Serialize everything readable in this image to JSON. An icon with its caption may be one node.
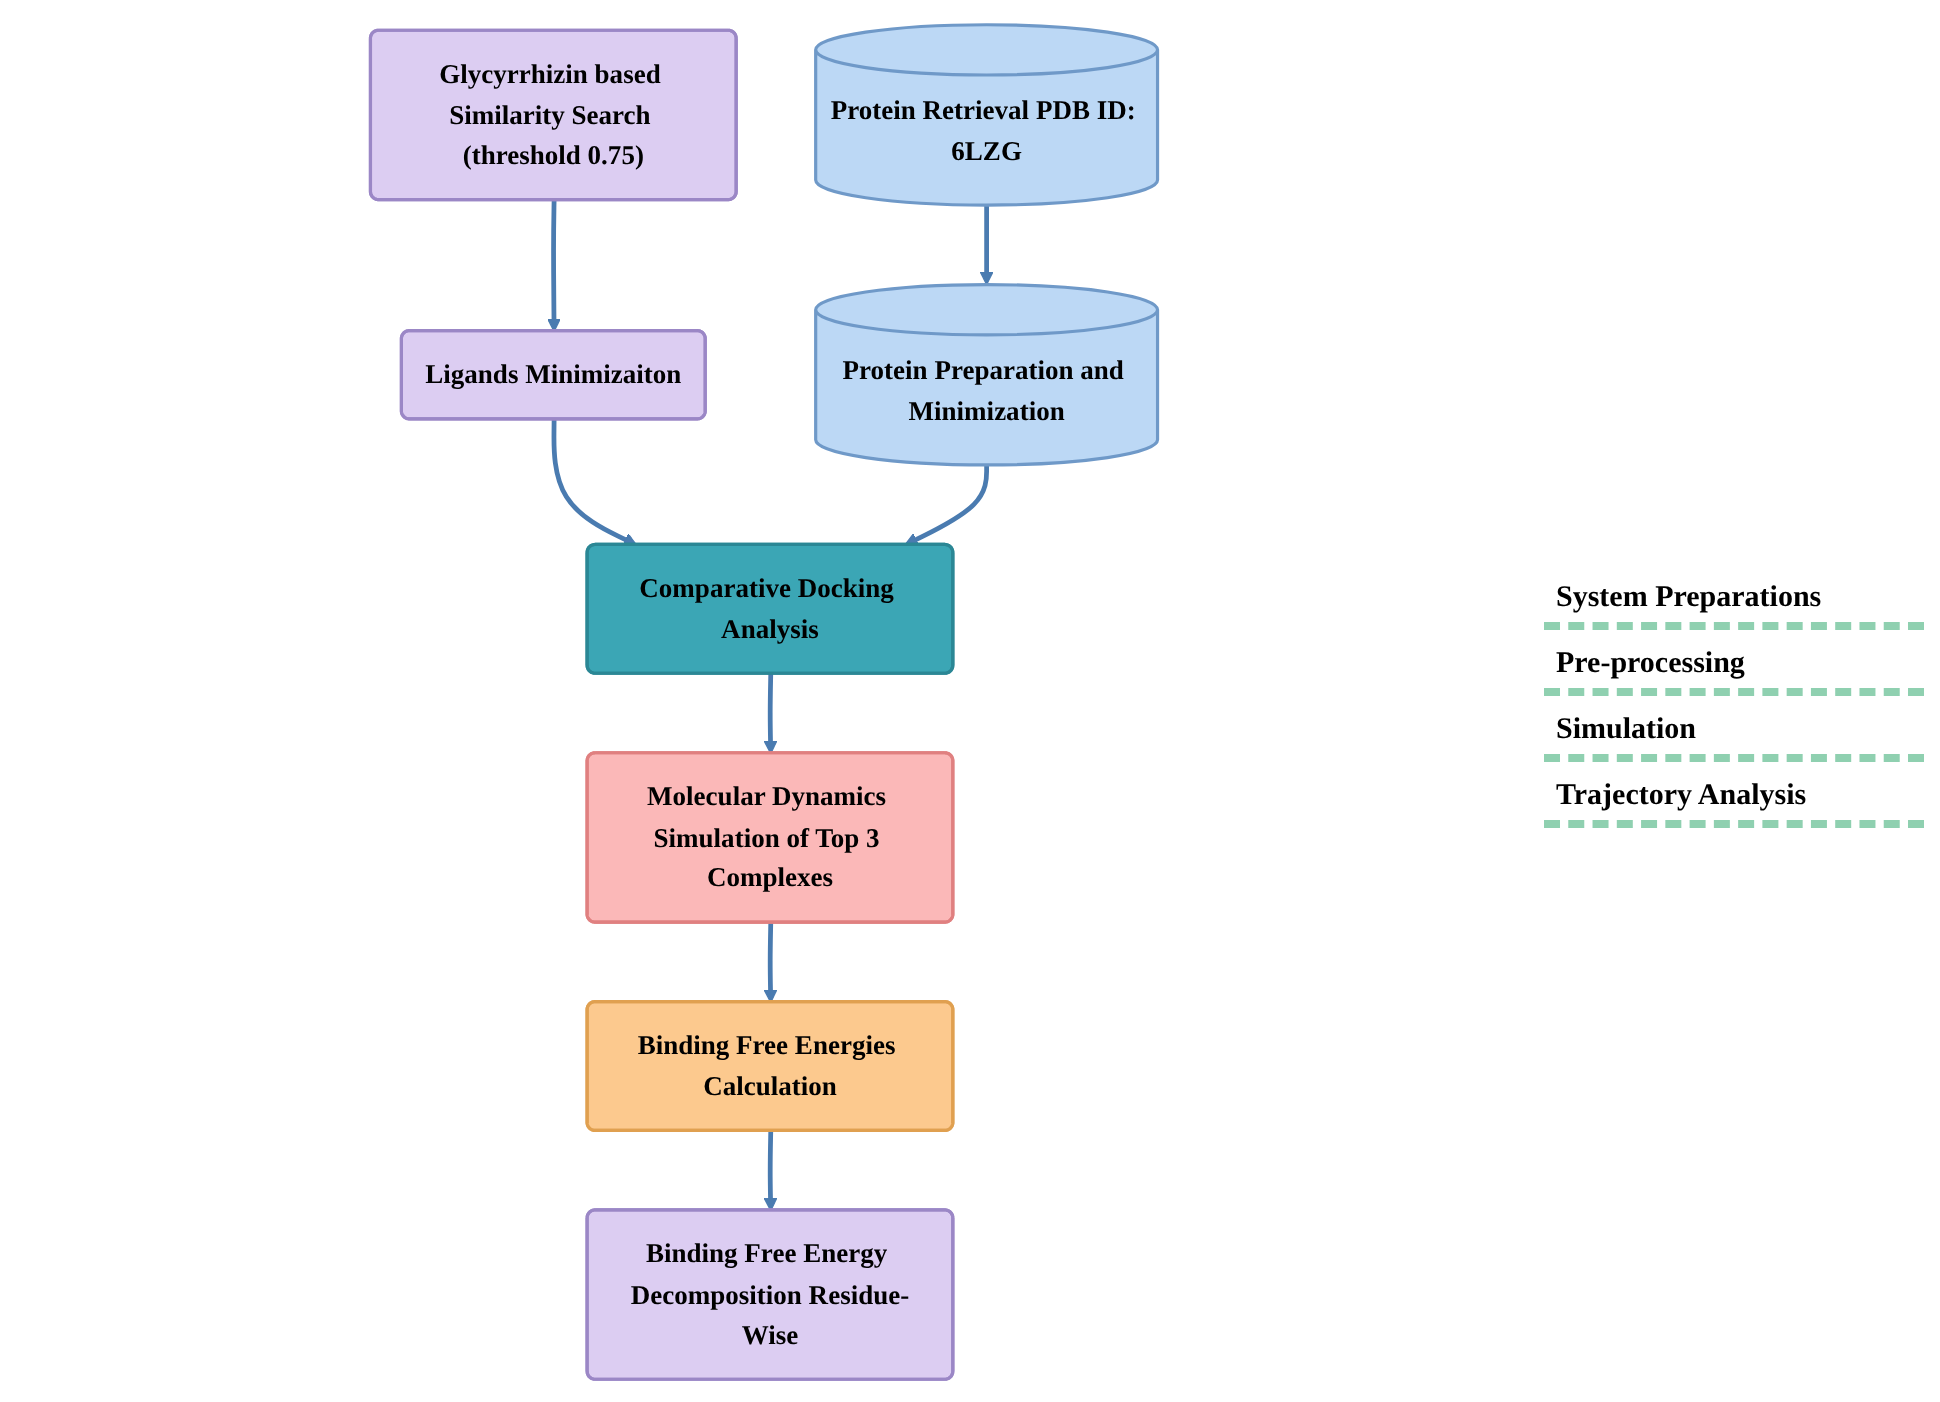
{
  "diagram": {
    "nodes": [
      {
        "text": [
          "Glycyrrhizin based Similarity Search (threshold 0.75)"
        ]
      },
      {
        "text": [
          "Ligands Minimizaiton"
        ]
      },
      {
        "text": [
          "Comparative Docking Analysis"
        ]
      },
      {
        "text": [
          "Protein Preparation and Minimization"
        ]
      },
      {
        "text": [
          "Protein Retrieval PDB ID: 6LZG"
        ]
      },
      {
        "text": [
          "Molecular Dynamics Simulation of Top 3 Complexes"
        ]
      },
      {
        "text": [
          "Binding Free Energies Calculation"
        ]
      },
      {
        "text": [
          "Binding Free Energy Decomposition Residue-Wise"
        ]
      }
    ],
    "edges": [
      {
        "from": 0,
        "to": 1,
        "arrow": "to"
      },
      {
        "from": 4,
        "to": 3,
        "arrow": "to"
      },
      {
        "from": 1,
        "to": 2,
        "arrow": "to"
      },
      {
        "from": 3,
        "to": 2,
        "arrow": "to"
      },
      {
        "from": 2,
        "to": 5,
        "arrow": "to"
      },
      {
        "from": 5,
        "to": 6,
        "arrow": "to"
      },
      {
        "from": 6,
        "to": 7,
        "arrow": "to"
      }
    ],
    "labels": [
      "System Preparations",
      "Pre-processing",
      "Simulation",
      "Trajectory Analysis"
    ]
  }
}
